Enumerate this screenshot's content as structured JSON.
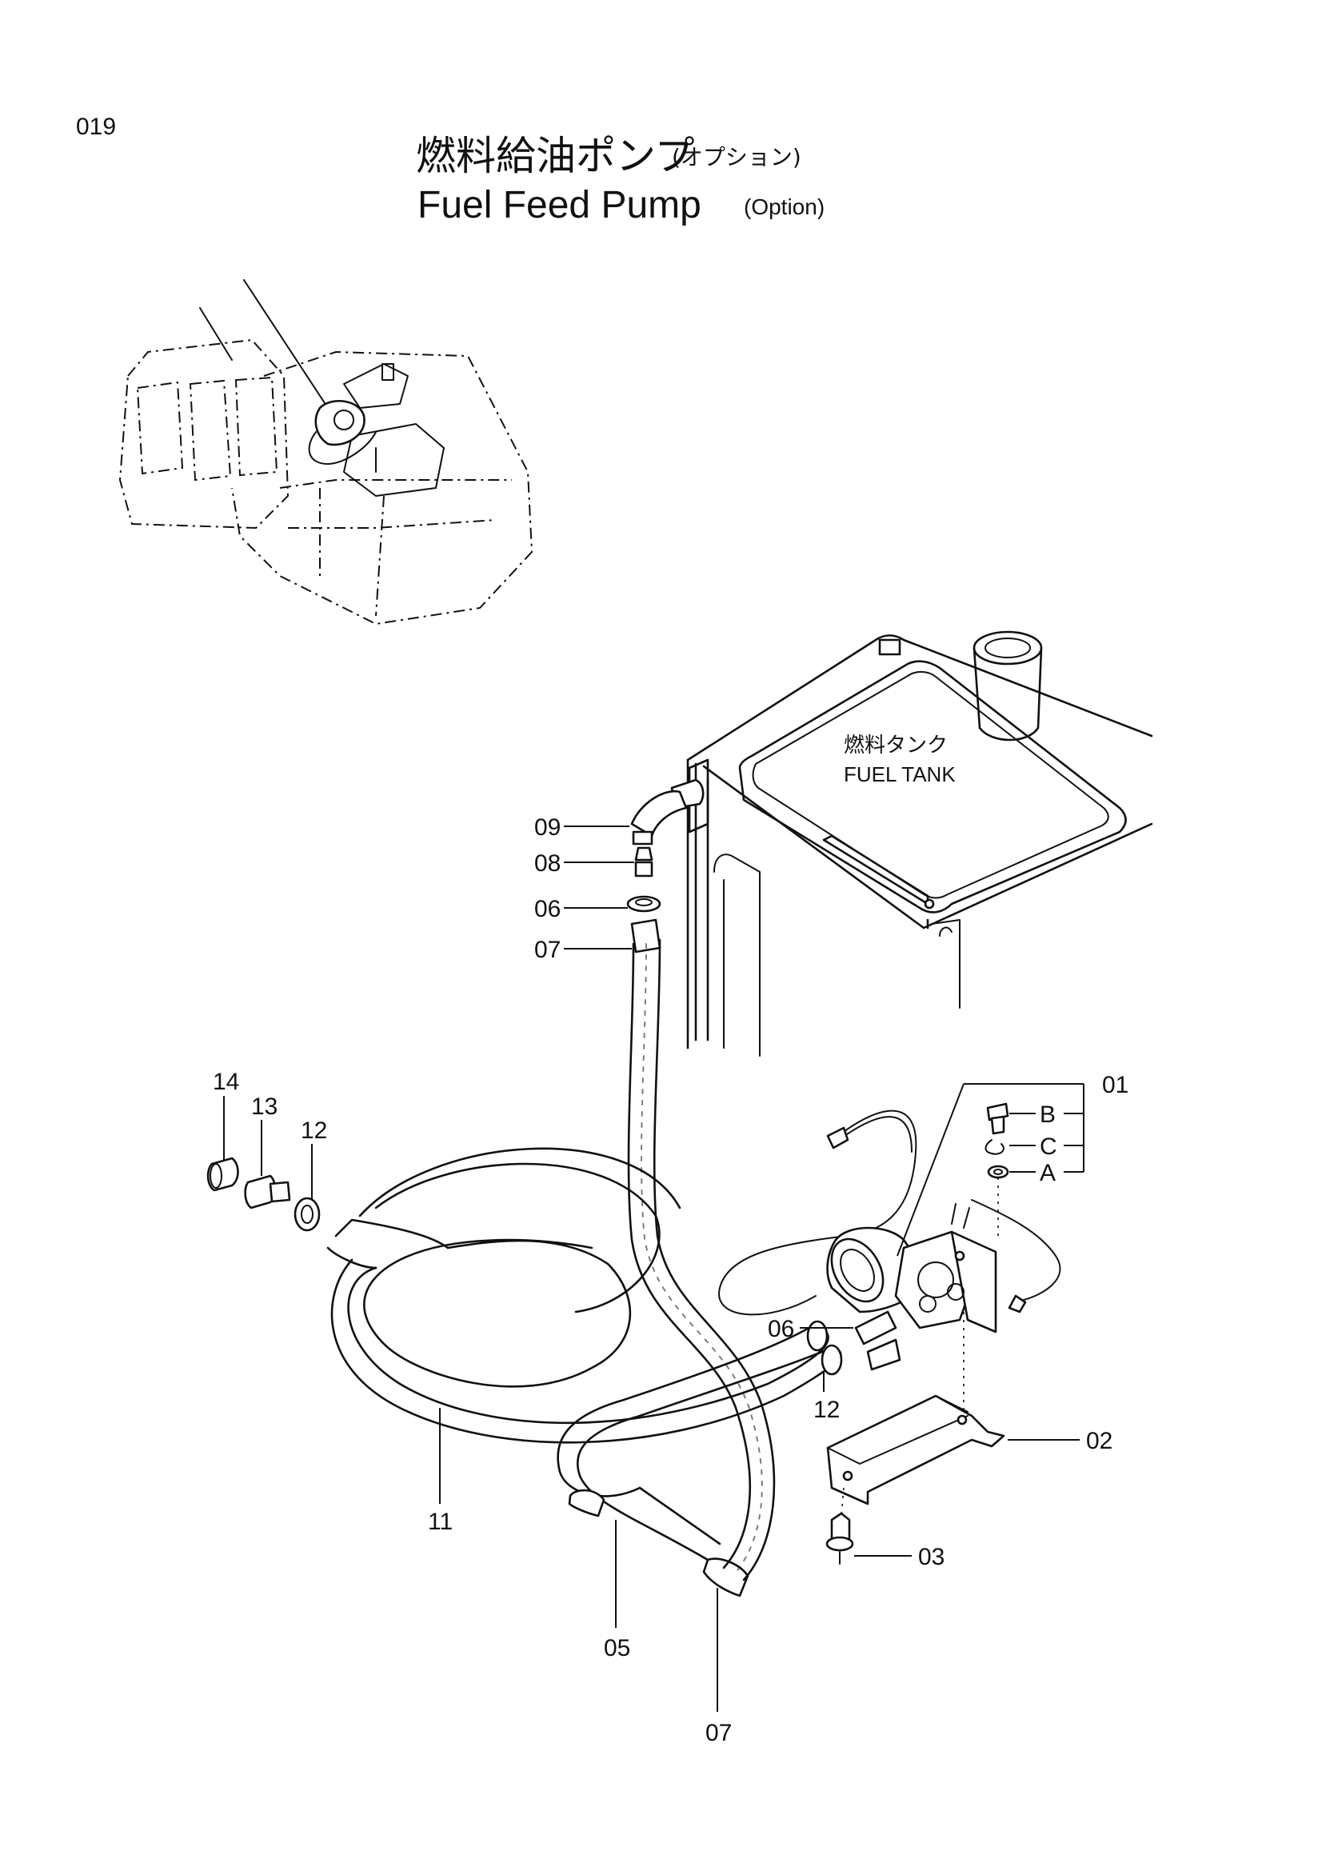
{
  "header": {
    "page_number": "019",
    "title_jp": "燃料給油ポンプ",
    "title_jp_note": "(オプション)",
    "title_en": "Fuel Feed Pump",
    "title_en_note": "(Option)"
  },
  "diagram": {
    "tank_label_jp": "燃料タンク",
    "tank_label_en": "FUEL TANK",
    "callouts": {
      "p01": "01",
      "p02": "02",
      "p03": "03",
      "p05": "05",
      "p06a": "06",
      "p06b": "06",
      "p07a": "07",
      "p07b": "07",
      "p08": "08",
      "p09": "09",
      "p11": "11",
      "p12a": "12",
      "p12b": "12",
      "p13": "13",
      "p14": "14",
      "pA": "A",
      "pB": "B",
      "pC": "C"
    }
  }
}
